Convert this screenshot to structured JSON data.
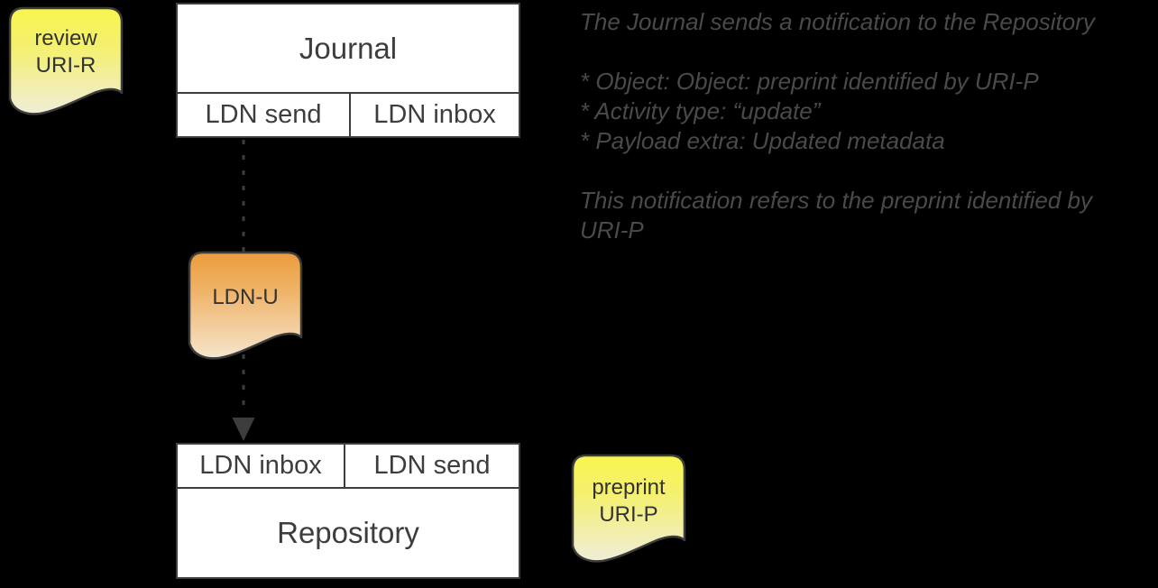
{
  "journal": {
    "title": "Journal",
    "cell_left": "LDN send",
    "cell_right": "LDN inbox"
  },
  "repository": {
    "title": "Repository",
    "cell_left": "LDN inbox",
    "cell_right": "LDN send"
  },
  "notes": {
    "review": {
      "line1": "review",
      "line2": "URI-R"
    },
    "ldn_u": {
      "line1": "LDN-U"
    },
    "preprint": {
      "line1": "preprint",
      "line2": "URI-P"
    }
  },
  "annotation": {
    "intro": "The Journal sends a notification to the Repository",
    "bullets": [
      "* Object: Object: preprint identified by URI-P",
      "* Activity type: “update”",
      "* Payload extra: Updated metadata"
    ],
    "outro": "This notification refers to the preprint identified by\nURI-P"
  },
  "colors": {
    "background": "#000000",
    "box_fill": "#ffffff",
    "box_border": "#3e3e3e",
    "box_text": "#3d3d3d",
    "note_border": "#3c3c3c",
    "note_text": "#333333",
    "note_yellow_top": "#f8f550",
    "note_yellow_bottom": "#f0edd8",
    "note_orange_top": "#ec9c3c",
    "note_orange_bottom": "#f5e5cc",
    "annotation_text": "#4a4a4a",
    "arrow": "#3d3d3d"
  }
}
